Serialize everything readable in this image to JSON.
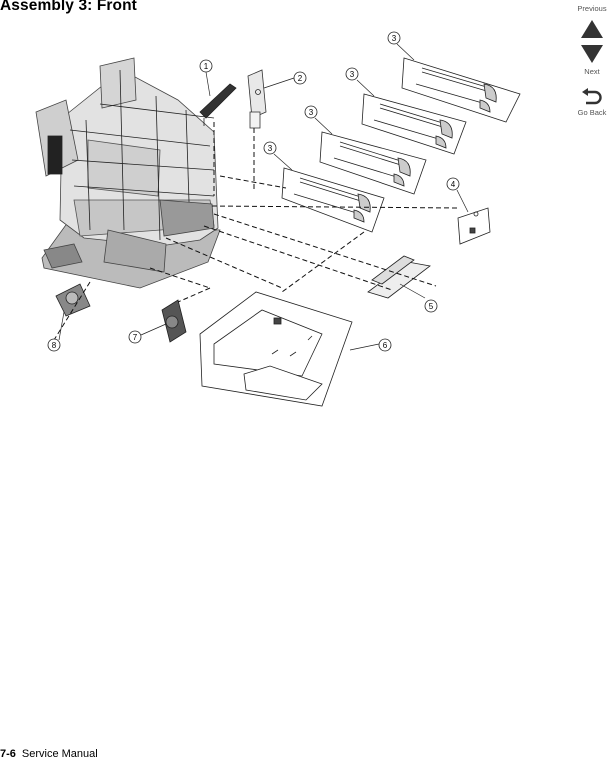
{
  "page": {
    "title": "Assembly 3:  Front",
    "footer_page": "7-6",
    "footer_text": "Service Manual"
  },
  "nav": {
    "previous": "Previous",
    "next": "Next",
    "go_back": "Go Back"
  },
  "callouts": [
    "1",
    "2",
    "3",
    "3",
    "3",
    "3",
    "4",
    "5",
    "6",
    "7",
    "8"
  ],
  "colors": {
    "nav_arrow": "#333333",
    "line": "#222222",
    "frame_fill": "#d9d9d9"
  }
}
